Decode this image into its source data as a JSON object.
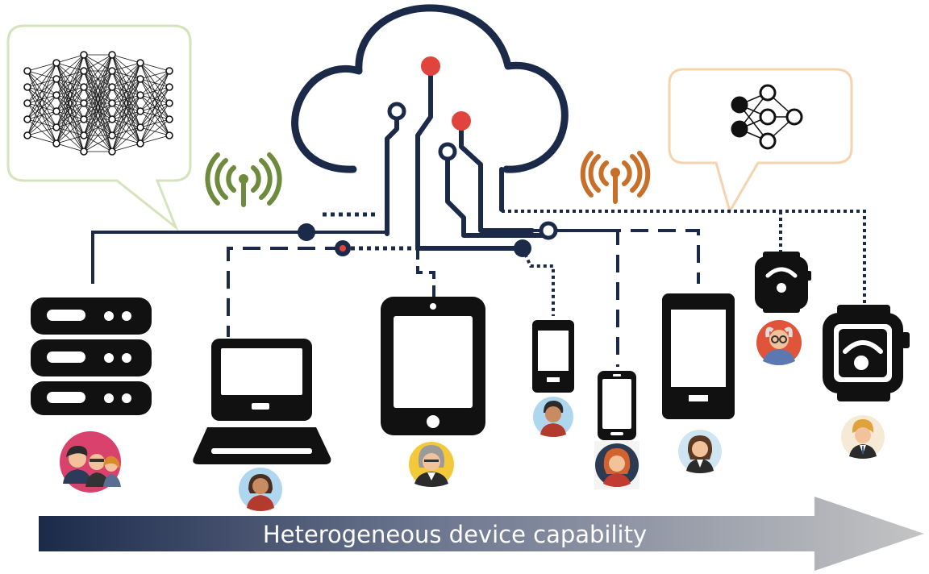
{
  "caption": "Heterogeneous device capability",
  "colors": {
    "navy": "#1c2a4a",
    "red_node": "#e0443c",
    "green_antenna": "#6e8b3d",
    "orange_antenna": "#c8702a",
    "bubble_large_border": "#d6e3bc",
    "bubble_small_border": "#f6d3ae",
    "device_black": "#111111",
    "arrow_start": "#1c2a4a",
    "arrow_end": "#c4c4c4"
  },
  "icons": {
    "large_model": "neural-network-large-icon",
    "small_model": "neural-network-small-icon",
    "cloud": "cloud-server-icon",
    "antennas": [
      "wireless-antenna-green-icon",
      "wireless-antenna-orange-icon"
    ],
    "devices": [
      "server-rack-icon",
      "laptop-icon",
      "tablet-icon",
      "smartphone-small-icon",
      "smartphone-slim-icon",
      "smartphone-large-icon",
      "smartwatch-small-icon",
      "smartwatch-large-icon"
    ],
    "users": [
      "group-users-avatar",
      "woman-avatar",
      "elderly-woman-avatar",
      "young-man-avatar",
      "redhead-woman-avatar",
      "businesswoman-avatar",
      "elderly-man-avatar",
      "businessman-avatar"
    ]
  }
}
